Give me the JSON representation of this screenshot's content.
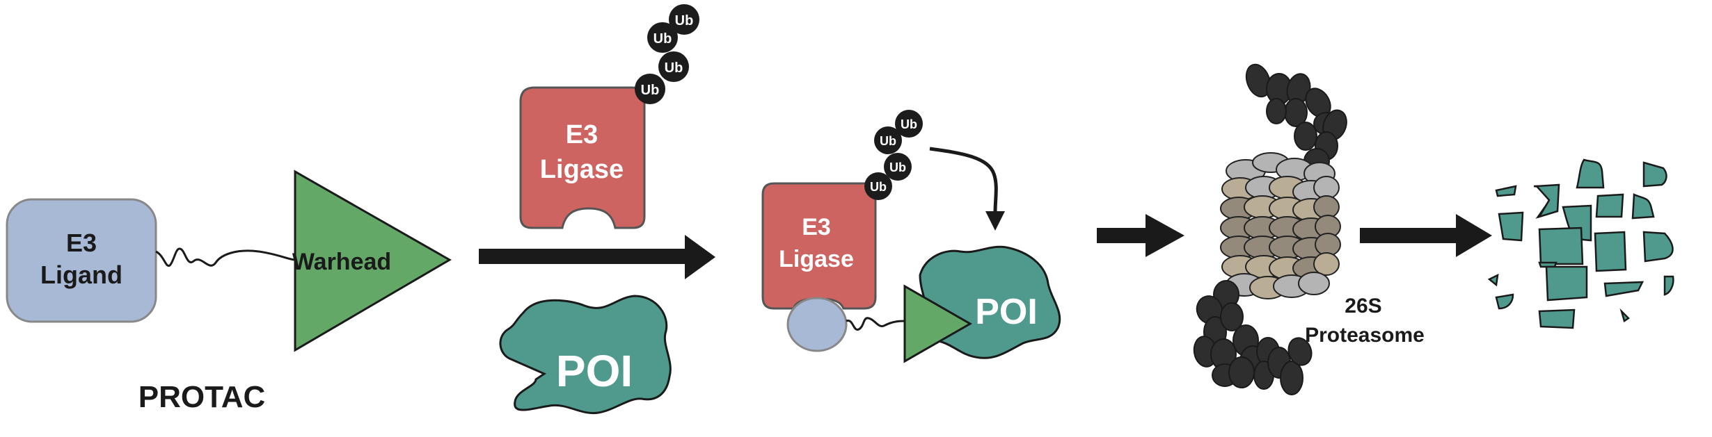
{
  "diagram": {
    "labels": {
      "e3_ligand_line1": "E3",
      "e3_ligand_line2": "Ligand",
      "warhead": "Warhead",
      "protac": "PROTAC",
      "e3_ligase_line1": "E3",
      "e3_ligase_line2": "Ligase",
      "poi": "POI",
      "ub": "Ub",
      "proteasome_line1": "26S",
      "proteasome_line2": "Proteasome"
    },
    "colors": {
      "e3_ligand_fill": "#a8b9d6",
      "warhead_fill": "#64a867",
      "e3_ligase_fill": "#cd6461",
      "poi_fill": "#4f9a8d",
      "ub_fill": "#1c1c1c",
      "arrow": "#1a1a1a",
      "proteasome_cap": "#2e2e2e",
      "proteasome_light": "#b4b4b4",
      "proteasome_tan": "#b9ad95",
      "proteasome_brown": "#948a7b"
    }
  }
}
